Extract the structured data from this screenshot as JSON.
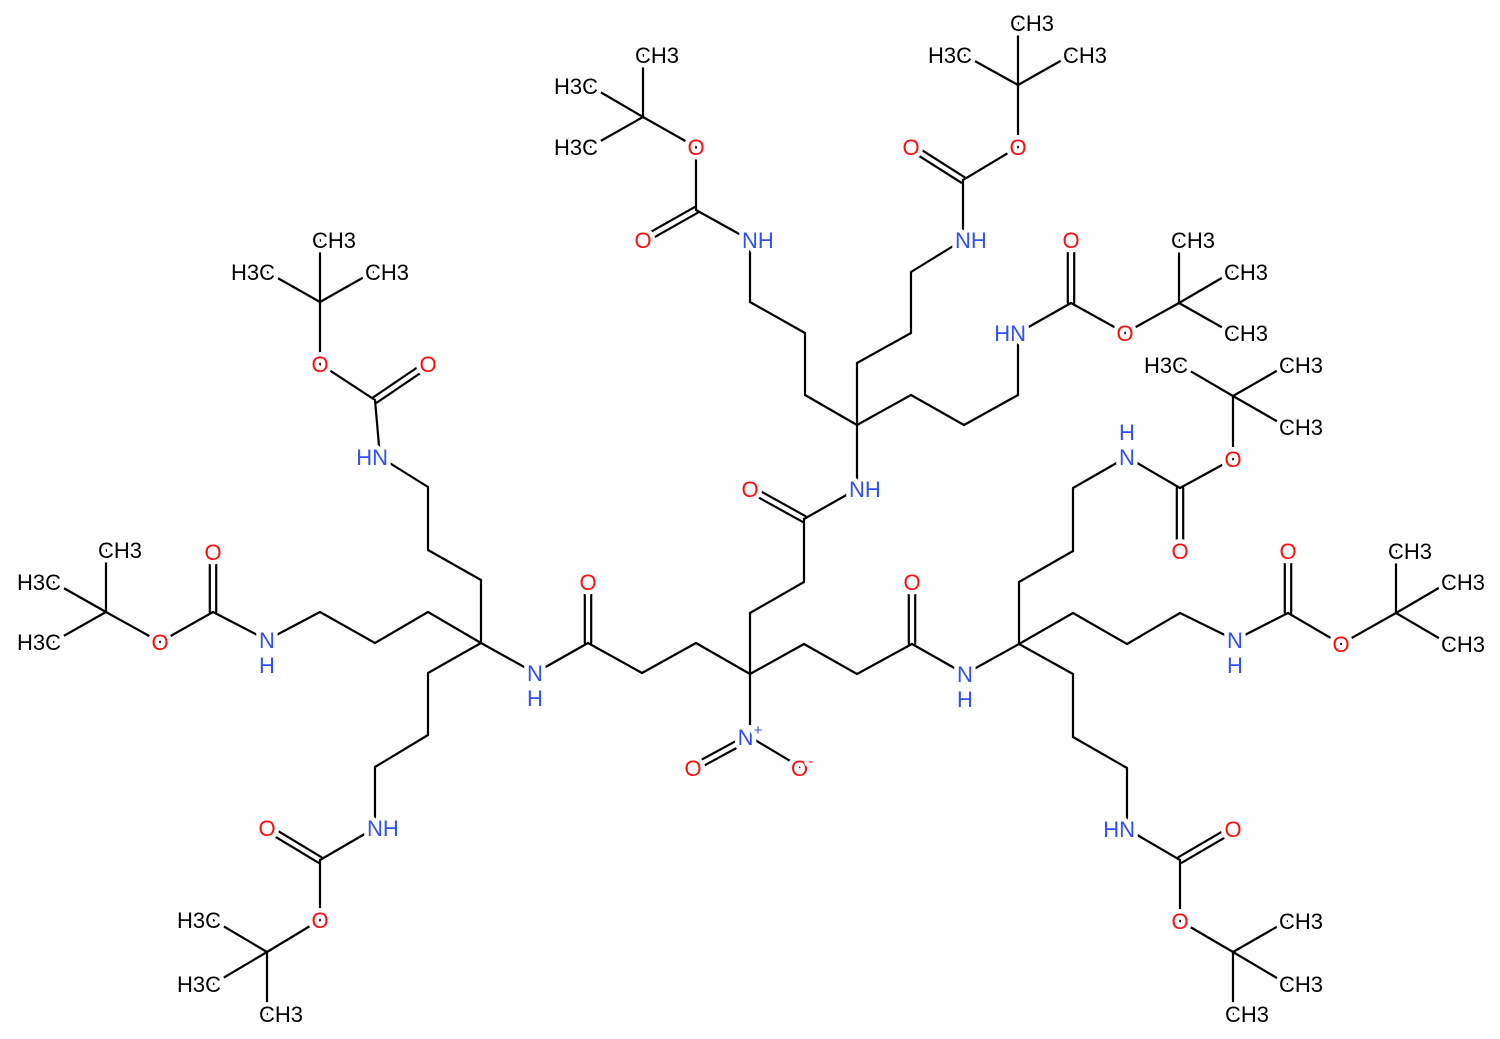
{
  "title": "Boc-protected nitro-core amide dendrimer structure",
  "labels": {
    "O": "O",
    "O_minus": "O-",
    "N_plus": "N+",
    "NH": "NH",
    "HN": "HN",
    "N": "N",
    "H": "H",
    "CH3": "CH3",
    "H3C": "H3C"
  },
  "colors": {
    "bond": "#000000",
    "carbon": "#000000",
    "oxygen": "#ff0d0d",
    "nitrogen": "#3050f8"
  }
}
